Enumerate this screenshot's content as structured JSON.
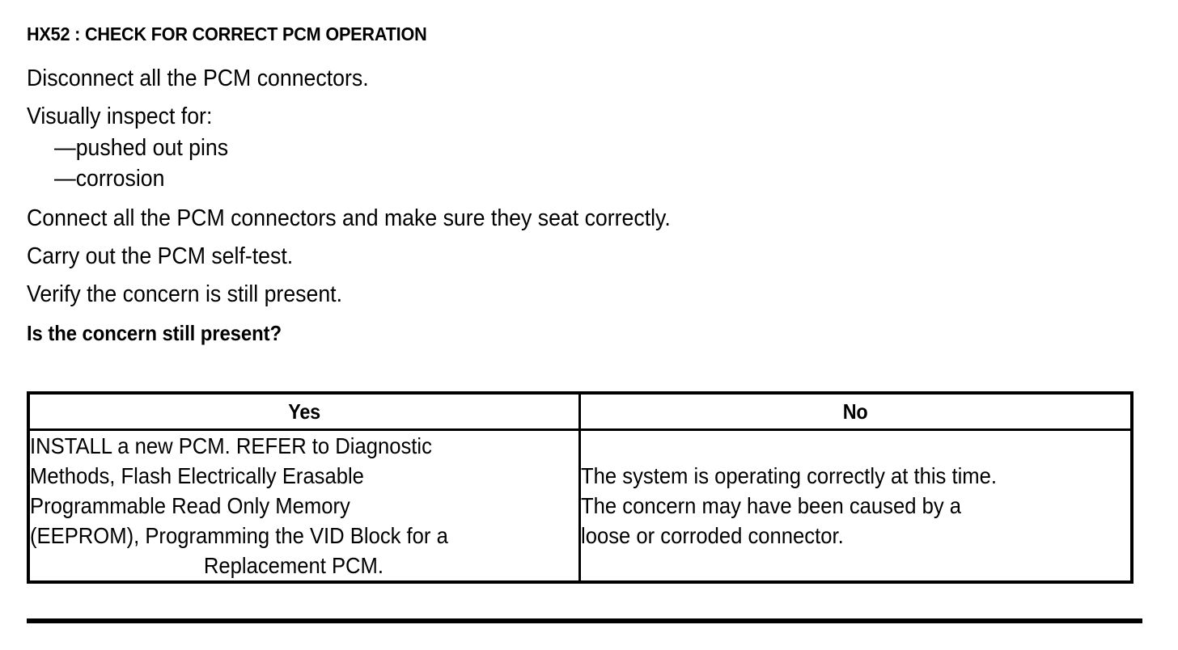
{
  "document": {
    "step_title": "HX52 : CHECK FOR CORRECT PCM OPERATION",
    "instructions": [
      {
        "type": "step",
        "text": "Disconnect all the PCM connectors."
      },
      {
        "type": "step",
        "text": "Visually inspect for:"
      },
      {
        "type": "bullet",
        "text": "—pushed out pins"
      },
      {
        "type": "bullet",
        "text": "—corrosion"
      },
      {
        "type": "step",
        "text": "Connect all the PCM connectors and make sure they seat correctly."
      },
      {
        "type": "step",
        "text": "Carry out the PCM self-test."
      },
      {
        "type": "step",
        "text": "Verify the concern is still present."
      }
    ],
    "question": "Is the concern still present?",
    "decision_table": {
      "headers": [
        "Yes",
        "No"
      ],
      "yes_cell": {
        "lines": [
          "INSTALL a new PCM. REFER to Diagnostic",
          "Methods,  Flash Electrically Erasable",
          "Programmable Read Only Memory",
          "(EEPROM), Programming the VID Block for a"
        ],
        "last_line": "Replacement PCM."
      },
      "no_cell": {
        "lines": [
          "The system is operating correctly at this time.",
          "The concern may have been caused by a",
          "loose or corroded connector."
        ]
      }
    },
    "colors": {
      "text": "#000000",
      "background": "#ffffff",
      "rule": "#000000"
    }
  }
}
